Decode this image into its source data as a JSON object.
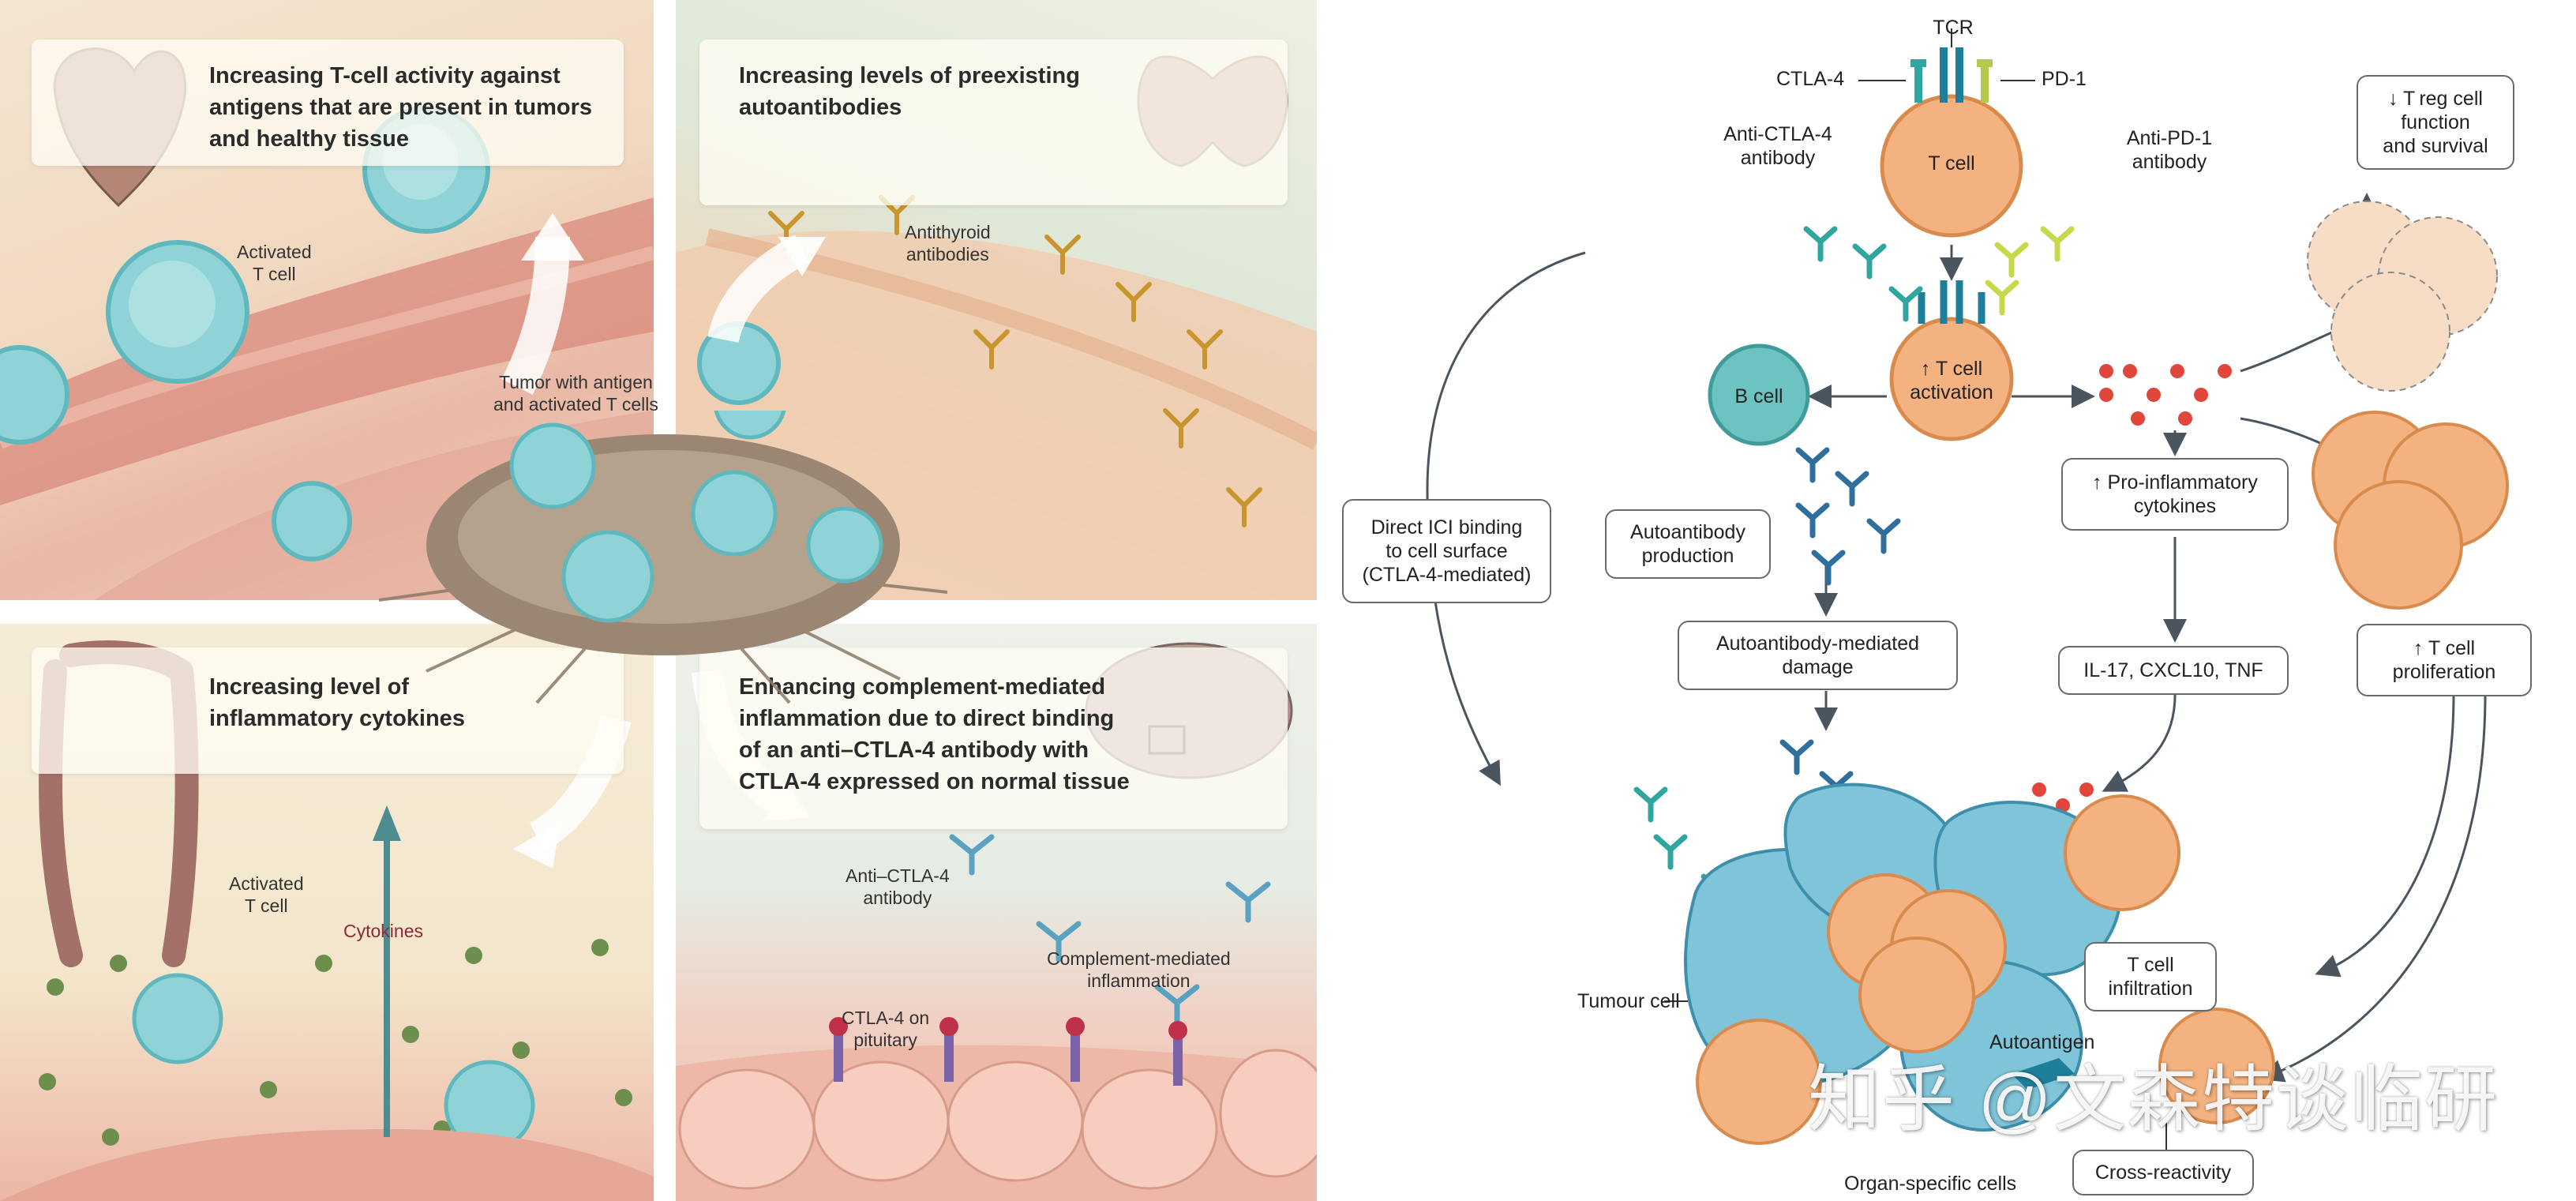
{
  "illustration": {
    "panels": [
      {
        "caption": "Increasing T-cell activity against\nantigens that are present in tumors\nand healthy tissue",
        "labels": [
          "Activated\nT cell"
        ]
      },
      {
        "caption": "Increasing levels of preexisting\nautoantibodies",
        "labels": [
          "Antithyroid\nantibodies"
        ]
      },
      {
        "caption": "Increasing level of\ninflammatory cytokines",
        "labels": [
          "Activated\nT cell",
          "Cytokines"
        ]
      },
      {
        "caption": "Enhancing complement-mediated\ninflammation due to direct binding\nof an anti–CTLA-4 antibody with\nCTLA-4 expressed on normal tissue",
        "labels": [
          "Anti–CTLA-4\nantibody",
          "Complement-mediated\ninflammation",
          "CTLA-4 on\npituitary"
        ]
      }
    ],
    "center_label": "Tumor with antigen\nand activated T cells",
    "colors": {
      "cell": "#8fd3d6",
      "cell_core": "#5fb8be",
      "vessel": "#d98a7c",
      "antibody": "#c9962d",
      "cytokine_dot": "#6d8f4e"
    }
  },
  "diagram": {
    "receptor_labels": {
      "tcr": "TCR",
      "ctla4": "CTLA-4",
      "pd1": "PD-1"
    },
    "t_cell": "T cell",
    "anti_ctla4": "Anti-CTLA-4\nantibody",
    "anti_pd1": "Anti-PD-1\nantibody",
    "t_cell_activation": "↑ T cell\nactivation",
    "b_cell": "B cell",
    "treg_box": "↓ T reg cell\nfunction\nand survival",
    "treg_sub": "reg",
    "boxes": {
      "direct_ici": "Direct ICI binding\nto cell surface\n(CTLA-4-mediated)",
      "autoantibody_production": "Autoantibody\nproduction",
      "autoantibody_damage": "Autoantibody-mediated\ndamage",
      "pro_inflammatory": "↑ Pro-inflammatory\ncytokines",
      "cytokine_list": "IL-17, CXCL10, TNF",
      "t_cell_proliferation": "↑ T cell\nproliferation",
      "t_cell_infiltration": "T cell\ninfiltration",
      "cross_reactivity": "Cross-reactivity"
    },
    "labels": {
      "tumour_cell": "Tumour cell",
      "autoantigen": "Autoantigen",
      "organ_specific": "Organ-specific cells"
    },
    "colors": {
      "t_cell": "#f3b27f",
      "t_cell_edge": "#d98b4e",
      "b_cell": "#6cc3c0",
      "b_cell_edge": "#3f9c9a",
      "tumour": "#7fc4d8",
      "tumour_edge": "#3e8fab",
      "treg": "#f8ddc6",
      "teal_antibody": "#2fa7a0",
      "lime_antibody": "#c6d94a",
      "blue_antibody": "#2e6f9e",
      "cytokine": "#e0463a",
      "arrow": "#4a5560"
    },
    "watermark": "知乎 @文森特谈临研"
  }
}
